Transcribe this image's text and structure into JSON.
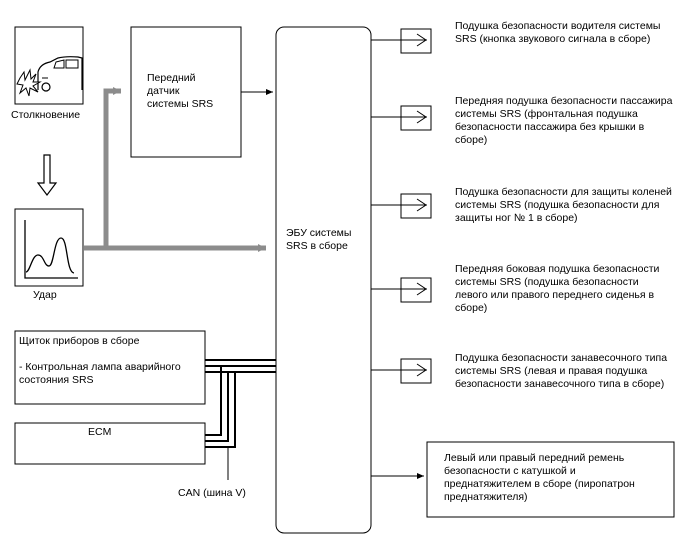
{
  "collision": {
    "label": "Столкновение"
  },
  "impact": {
    "label": "Удар"
  },
  "front_sensor": {
    "line1": "Передний",
    "line2": "датчик",
    "line3": "системы SRS"
  },
  "ecu": {
    "line1": "ЭБУ системы",
    "line2": "SRS в сборе"
  },
  "instrument_cluster": {
    "title": "Щиток приборов в сборе",
    "line1": "- Контрольная лампа аварийного",
    "line2": "состояния SRS"
  },
  "ecm": {
    "label": "ECM"
  },
  "can_bus": {
    "label": "CAN (шина V)"
  },
  "outputs": [
    {
      "lines": [
        "Подушка безопасности водителя системы",
        "SRS (кнопка звукового сигнала в сборе)"
      ]
    },
    {
      "lines": [
        "Передняя подушка безопасности пассажира",
        "системы SRS (фронтальная подушка",
        "безопасности пассажира без крышки в",
        "сборе)"
      ]
    },
    {
      "lines": [
        "Подушка безопасности для защиты коленей",
        "системы SRS (подушка безопасности для",
        "защиты ног № 1 в сборе)"
      ]
    },
    {
      "lines": [
        "Передняя боковая подушка безопасности",
        "системы SRS (подушка безопасности",
        "левого или правого переднего сиденья в",
        "сборе)"
      ]
    },
    {
      "lines": [
        "Подушка безопасности занавесочного типа",
        "системы SRS (левая и правая подушка",
        "безопасности занавесочного типа в сборе)"
      ]
    }
  ],
  "seatbelt": {
    "lines": [
      "Левый или правый передний ремень",
      "безопасности с катушкой и",
      "преднатяжителем в сборе (пиропатрон",
      "преднатяжителя)"
    ]
  }
}
